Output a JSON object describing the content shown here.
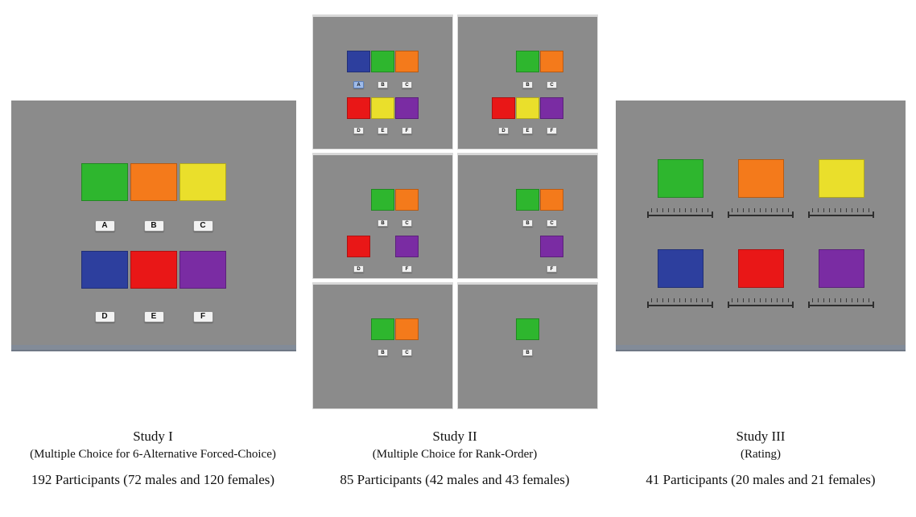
{
  "colors": {
    "page_bg": "#ffffff",
    "panel_bg": "#8b8b8b",
    "panel_footer": "#828b98",
    "chip_bg": "#f2f2f2",
    "chip_selected_bg": "#9fbbe8"
  },
  "palette": {
    "green": "#2eb62e",
    "orange": "#f47a1b",
    "yellow": "#eadf2b",
    "blue": "#2d3f9e",
    "red": "#e91717",
    "purple": "#7a2ca3"
  },
  "study1": {
    "labels": [
      "A",
      "B",
      "C",
      "D",
      "E",
      "F"
    ],
    "caption_title": "Study I",
    "caption_method": "(Multiple Choice for 6-Alternative Forced-Choice)",
    "caption_participants": "192 Participants (72 males and 120 females)"
  },
  "study2": {
    "panels": [
      {
        "top": [
          {
            "color": "blue",
            "label": "A",
            "selected": true
          },
          {
            "color": "green",
            "label": "B"
          },
          {
            "color": "orange",
            "label": "C"
          }
        ],
        "bottom": [
          {
            "color": "red",
            "label": "D"
          },
          {
            "color": "yellow",
            "label": "E"
          },
          {
            "color": "purple",
            "label": "F"
          }
        ]
      },
      {
        "top": [
          null,
          {
            "color": "green",
            "label": "B"
          },
          {
            "color": "orange",
            "label": "C"
          }
        ],
        "bottom": [
          {
            "color": "red",
            "label": "D"
          },
          {
            "color": "yellow",
            "label": "E"
          },
          {
            "color": "purple",
            "label": "F"
          }
        ]
      },
      {
        "top": [
          null,
          {
            "color": "green",
            "label": "B"
          },
          {
            "color": "orange",
            "label": "C"
          }
        ],
        "bottom": [
          {
            "color": "red",
            "label": "D"
          },
          null,
          {
            "color": "purple",
            "label": "F"
          }
        ]
      },
      {
        "top": [
          null,
          {
            "color": "green",
            "label": "B"
          },
          {
            "color": "orange",
            "label": "C"
          }
        ],
        "bottom": [
          null,
          null,
          {
            "color": "purple",
            "label": "F"
          }
        ]
      },
      {
        "top": [
          null,
          {
            "color": "green",
            "label": "B"
          },
          {
            "color": "orange",
            "label": "C"
          }
        ],
        "bottom": [
          null,
          null,
          null
        ]
      },
      {
        "top": [
          null,
          {
            "color": "green",
            "label": "B"
          },
          null
        ],
        "bottom": [
          null,
          null,
          null
        ]
      }
    ],
    "caption_title": "Study II",
    "caption_method": "(Multiple Choice for Rank-Order)",
    "caption_participants": "85 Participants (42 males and 43 females)"
  },
  "study3": {
    "caption_title": "Study III",
    "caption_method": "(Rating)",
    "caption_participants": "41 Participants (20 males and 21 females)"
  }
}
